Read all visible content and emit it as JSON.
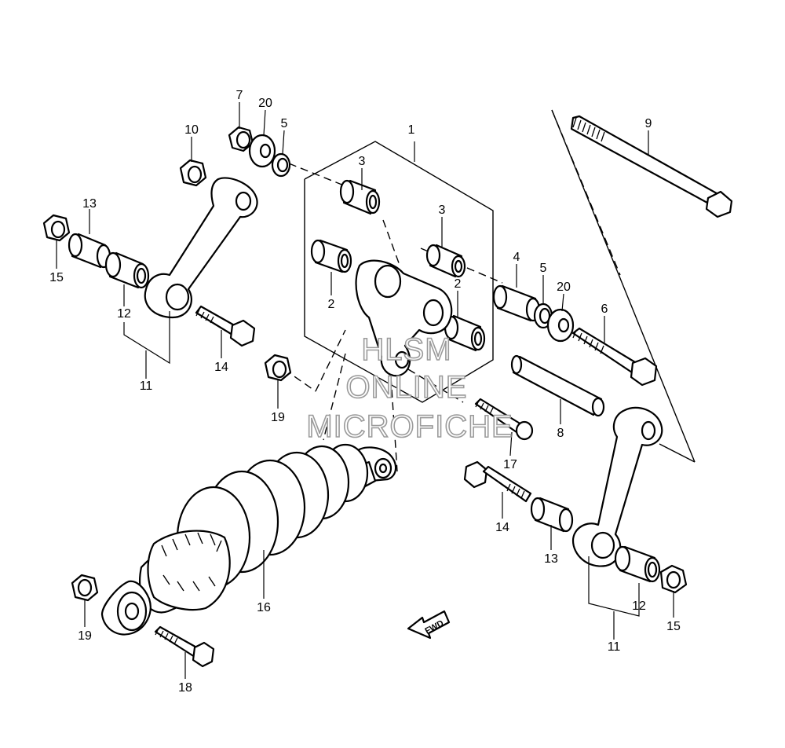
{
  "diagram": {
    "callouts": [
      {
        "id": "c1",
        "text": "1"
      },
      {
        "id": "c2a",
        "text": "2"
      },
      {
        "id": "c2b",
        "text": "2"
      },
      {
        "id": "c3a",
        "text": "3"
      },
      {
        "id": "c3b",
        "text": "3"
      },
      {
        "id": "c4",
        "text": "4"
      },
      {
        "id": "c5a",
        "text": "5"
      },
      {
        "id": "c5b",
        "text": "5"
      },
      {
        "id": "c6",
        "text": "6"
      },
      {
        "id": "c7",
        "text": "7"
      },
      {
        "id": "c8",
        "text": "8"
      },
      {
        "id": "c9",
        "text": "9"
      },
      {
        "id": "c10",
        "text": "10"
      },
      {
        "id": "c11a",
        "text": "11"
      },
      {
        "id": "c11b",
        "text": "11"
      },
      {
        "id": "c12a",
        "text": "12"
      },
      {
        "id": "c12b",
        "text": "12"
      },
      {
        "id": "c13a",
        "text": "13"
      },
      {
        "id": "c13b",
        "text": "13"
      },
      {
        "id": "c14a",
        "text": "14"
      },
      {
        "id": "c14b",
        "text": "14"
      },
      {
        "id": "c15a",
        "text": "15"
      },
      {
        "id": "c15b",
        "text": "15"
      },
      {
        "id": "c16",
        "text": "16"
      },
      {
        "id": "c17",
        "text": "17"
      },
      {
        "id": "c18",
        "text": "18"
      },
      {
        "id": "c19a",
        "text": "19"
      },
      {
        "id": "c19b",
        "text": "19"
      },
      {
        "id": "c20a",
        "text": "20"
      },
      {
        "id": "c20b",
        "text": "20"
      }
    ],
    "fwd_label": "FWD",
    "watermark": {
      "line1": "HLSM",
      "line2": "ONLINE",
      "line3": "MICROFICHE"
    }
  }
}
